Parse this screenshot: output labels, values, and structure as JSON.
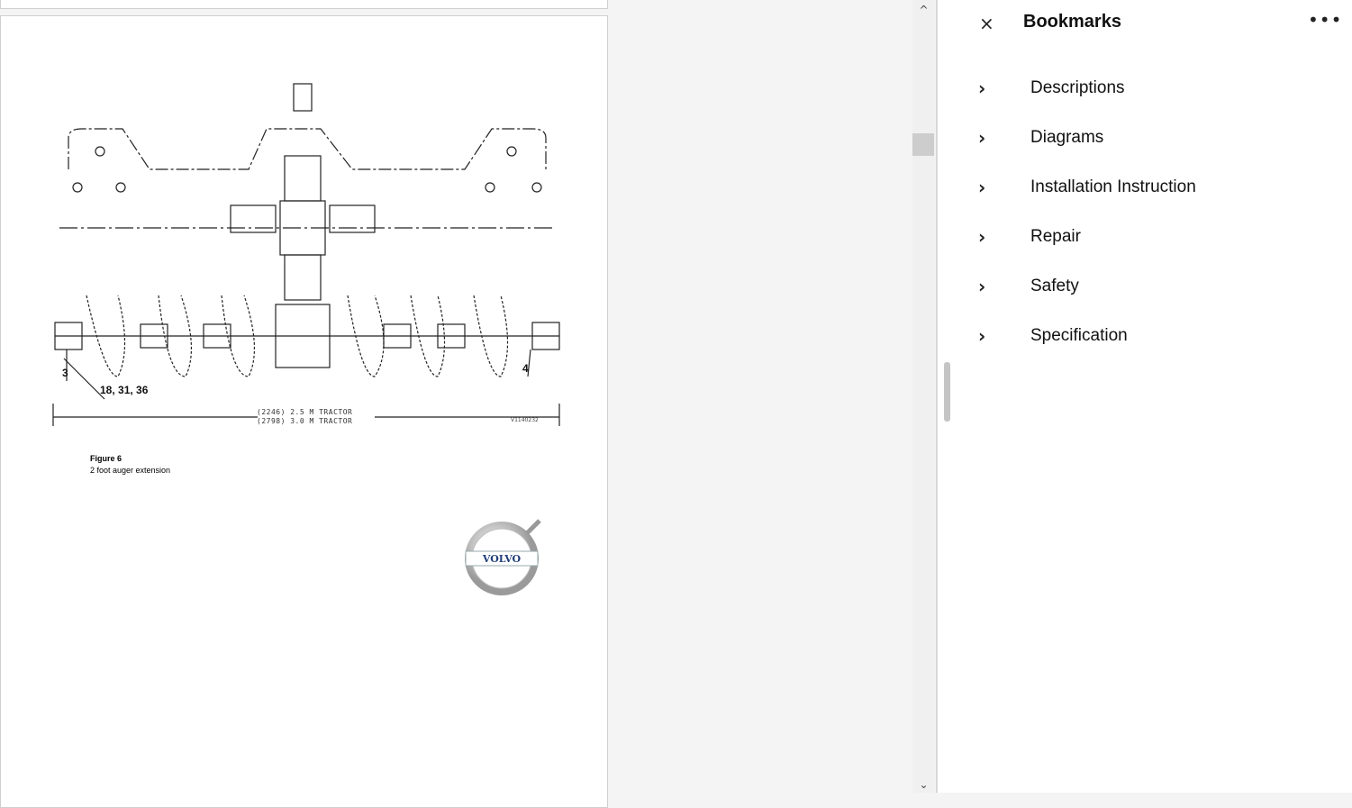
{
  "document": {
    "callouts": [
      "3",
      "18, 31, 36",
      "4"
    ],
    "dimension_lines": [
      "(2246) 2.5 M TRACTOR",
      "(2798) 3.0 M TRACTOR"
    ],
    "drawing_code": "V1140232",
    "figure_title": "Figure 6",
    "figure_caption": "2 foot auger extension",
    "logo_text": "VOLVO"
  },
  "scrollbar": {
    "up": "^",
    "down": "⌄"
  },
  "bookmarks": {
    "close": "×",
    "title": "Bookmarks",
    "more": "•••",
    "items": [
      {
        "label": "Descriptions"
      },
      {
        "label": "Diagrams"
      },
      {
        "label": "Installation Instruction"
      },
      {
        "label": "Repair"
      },
      {
        "label": "Safety"
      },
      {
        "label": "Specification"
      }
    ]
  }
}
